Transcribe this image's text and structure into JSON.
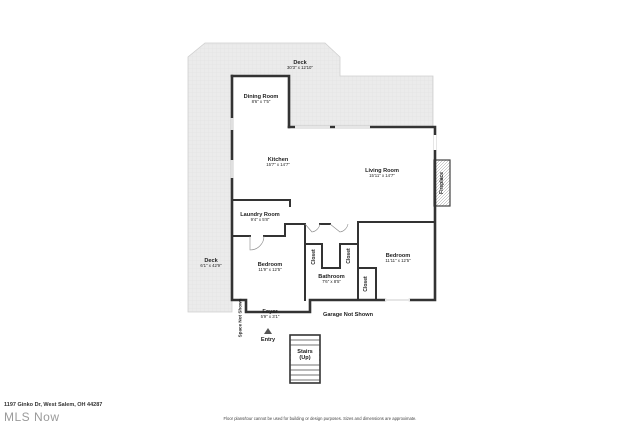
{
  "rooms": {
    "deck_top": {
      "name": "Deck",
      "dims": "30'3\" x 12'10\""
    },
    "dining": {
      "name": "Dining Room",
      "dims": "8'6\" x 7'5\""
    },
    "kitchen": {
      "name": "Kitchen",
      "dims": "15'7\" x 14'7\""
    },
    "living": {
      "name": "Living Room",
      "dims": "15'11\" x 14'7\""
    },
    "laundry": {
      "name": "Laundry Room",
      "dims": "9'4\" x 5'8\""
    },
    "bedroom_left": {
      "name": "Bedroom",
      "dims": "11'9\" x 12'5\""
    },
    "bathroom": {
      "name": "Bathroom",
      "dims": "7'6\" x 8'5\""
    },
    "bedroom_right": {
      "name": "Bedroom",
      "dims": "11'11\" x 12'5\""
    },
    "deck_left": {
      "name": "Deck",
      "dims": "6'1\" x 42'9\""
    },
    "foyer": {
      "name": "Foyer",
      "dims": "5'9\" x 3'1\""
    }
  },
  "labels": {
    "fireplace": "Fireplace",
    "closet_a": "Closet",
    "closet_b": "Closet",
    "closet_c": "Closet",
    "space_not_shown": "Space Not Shown",
    "garage_not_shown": "Garage Not Shown",
    "entry": "Entry",
    "stairs": "Stairs",
    "stairs_dir": "(Up)"
  },
  "footer": {
    "address": "1197 Ginko Dr, West Salem, OH 44287",
    "disclaimer": "Floor plans/tour cannot be used for building or design purposes. Sizes and dimensions are approximate.",
    "mls_logo": "MLS Now"
  }
}
